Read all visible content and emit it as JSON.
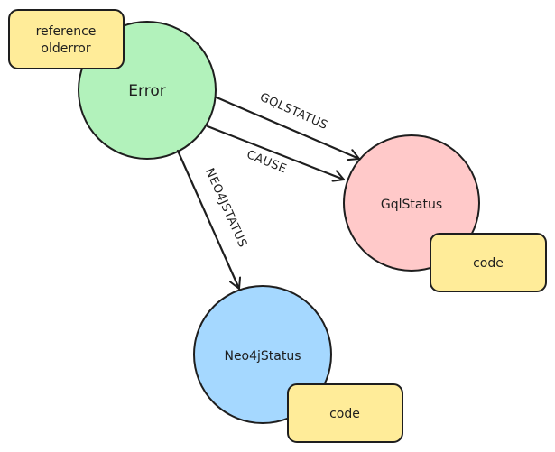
{
  "colors": {
    "stroke": "#1e1e1e",
    "error_fill": "#b2f2bb",
    "gqlstatus_fill": "#ffc9c9",
    "neo4jstatus_fill": "#a5d8ff",
    "note_fill": "#ffec99"
  },
  "nodes": {
    "error": {
      "label": "Error"
    },
    "gqlstatus": {
      "label": "GqlStatus"
    },
    "neo4jstatus": {
      "label": "Neo4jStatus"
    }
  },
  "notes": {
    "error_note": {
      "line1": "reference",
      "line2": "olderror"
    },
    "gqlstatus_note": {
      "text": "code"
    },
    "neo4jstatus_note": {
      "text": "code"
    }
  },
  "edges": {
    "gqlstatus": {
      "label": "GQLSTATUS"
    },
    "cause": {
      "label": "CAUSE"
    },
    "neo4jstatus": {
      "label": "NEO4JSTATUS"
    }
  }
}
